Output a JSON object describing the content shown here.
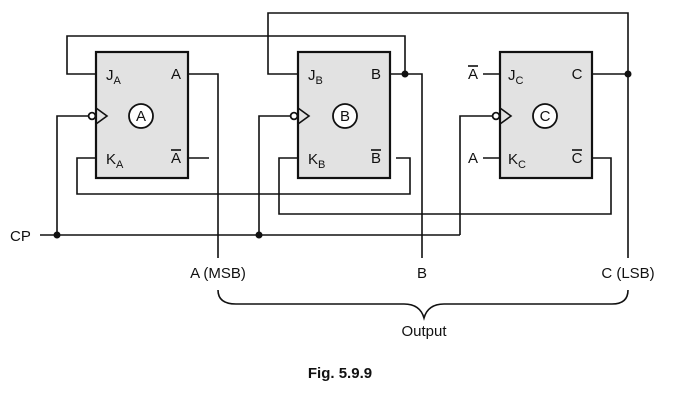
{
  "flipflops": [
    {
      "id": "A",
      "j_main": "J",
      "j_sub": "A",
      "k_main": "K",
      "k_sub": "A",
      "q": "A",
      "qbar": "A",
      "badge": "A"
    },
    {
      "id": "B",
      "j_main": "J",
      "j_sub": "B",
      "k_main": "K",
      "k_sub": "B",
      "q": "B",
      "qbar": "B",
      "badge": "B"
    },
    {
      "id": "C",
      "j_main": "J",
      "j_sub": "C",
      "k_main": "K",
      "k_sub": "C",
      "q": "C",
      "qbar": "C",
      "badge": "C"
    }
  ],
  "inputs": {
    "clock": "CP",
    "jc_input": "A",
    "kc_input": "A"
  },
  "outputs": {
    "a_label": "A (MSB)",
    "b_label": "B",
    "c_label": "C (LSB)",
    "group_label": "Output"
  },
  "caption": "Fig. 5.9.9"
}
